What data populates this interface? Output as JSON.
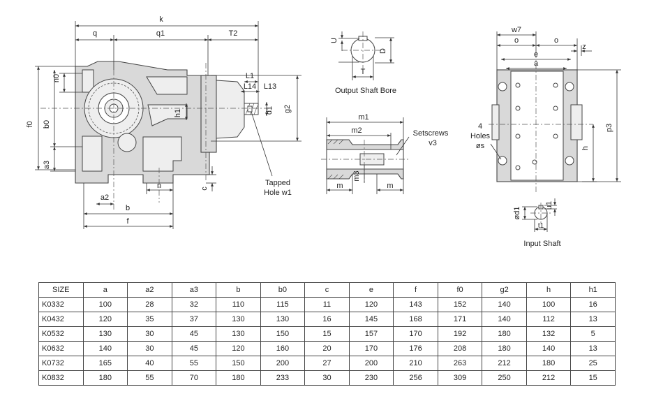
{
  "drawing": {
    "main_view_labels": [
      "k",
      "q",
      "q1",
      "T2",
      "L1",
      "L14",
      "L13",
      "n0",
      "f0",
      "b0",
      "a3",
      "h1",
      "d1",
      "g2",
      "c",
      "n",
      "a2",
      "b",
      "f"
    ],
    "tapped_hole": [
      "Tapped",
      "Hole w1"
    ],
    "output_bore": {
      "title": "Output Shaft Bore",
      "labels": [
        "U",
        "D",
        "T"
      ]
    },
    "sleeve": {
      "labels": [
        "m1",
        "m2",
        "m3",
        "m",
        "m"
      ],
      "setscrews": [
        "Setscrews",
        "v3"
      ]
    },
    "side_view": {
      "labels": [
        "w7",
        "o",
        "o",
        "e",
        "z",
        "a",
        "p3",
        "h"
      ],
      "holes": [
        "4",
        "Holes",
        "øs"
      ]
    },
    "input_shaft": {
      "title": "Input Shaft",
      "labels": [
        "ød1",
        "u1",
        "t1"
      ]
    }
  },
  "table": {
    "columns": [
      "SIZE",
      "a",
      "a2",
      "a3",
      "b",
      "b0",
      "c",
      "e",
      "f",
      "f0",
      "g2",
      "h",
      "h1"
    ],
    "rows": [
      [
        "K0332",
        "100",
        "28",
        "32",
        "110",
        "115",
        "11",
        "120",
        "143",
        "152",
        "140",
        "100",
        "16"
      ],
      [
        "K0432",
        "120",
        "35",
        "37",
        "130",
        "130",
        "16",
        "145",
        "168",
        "171",
        "140",
        "112",
        "13"
      ],
      [
        "K0532",
        "130",
        "30",
        "45",
        "130",
        "150",
        "15",
        "157",
        "170",
        "192",
        "180",
        "132",
        "5"
      ],
      [
        "K0632",
        "140",
        "30",
        "45",
        "120",
        "160",
        "20",
        "170",
        "176",
        "208",
        "180",
        "140",
        "13"
      ],
      [
        "K0732",
        "165",
        "40",
        "55",
        "150",
        "200",
        "27",
        "200",
        "210",
        "263",
        "212",
        "180",
        "25"
      ],
      [
        "K0832",
        "180",
        "55",
        "70",
        "180",
        "233",
        "30",
        "230",
        "256",
        "309",
        "250",
        "212",
        "15"
      ]
    ]
  }
}
